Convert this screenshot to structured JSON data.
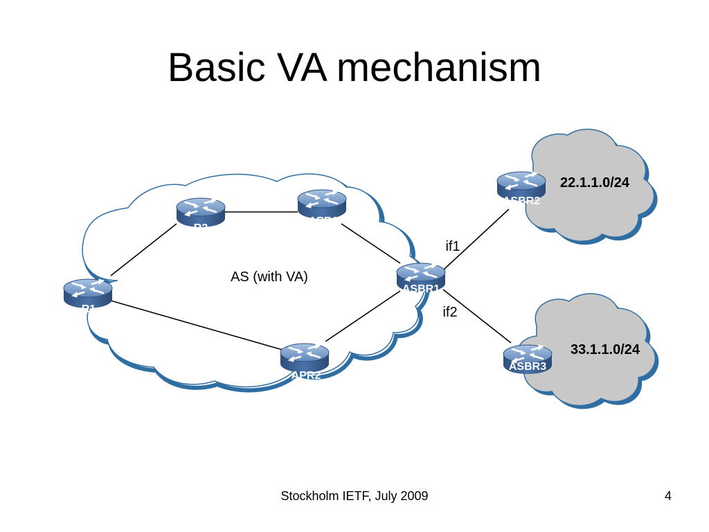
{
  "slide": {
    "title": "Basic VA mechanism",
    "footer": "Stockholm IETF, July 2009",
    "page_number": "4"
  },
  "colors": {
    "router_body": "#3f6496",
    "router_top": "#7fa3cf",
    "cloud_outline": "#2f6ea3",
    "cloud_fill": "#ffffff",
    "external_cloud_fill": "#c8c8c8",
    "external_cloud_outline": "#2f6ea3",
    "link": "#000000"
  },
  "diagram": {
    "as_cloud": {
      "label": "AS (with VA)"
    },
    "routers": {
      "r1": {
        "label": "R1"
      },
      "r2": {
        "label": "R2"
      },
      "apr1": {
        "label": "APR1"
      },
      "apr2": {
        "label": "APR2"
      },
      "asbr1": {
        "label": "ASBR1"
      },
      "asbr2": {
        "label": "ASBR2"
      },
      "asbr3": {
        "label": "ASBR3"
      }
    },
    "prefixes": {
      "top": "22.1.1.0/24",
      "bottom": "33.1.1.0/24"
    },
    "interfaces": {
      "if1": "if1",
      "if2": "if2"
    }
  }
}
